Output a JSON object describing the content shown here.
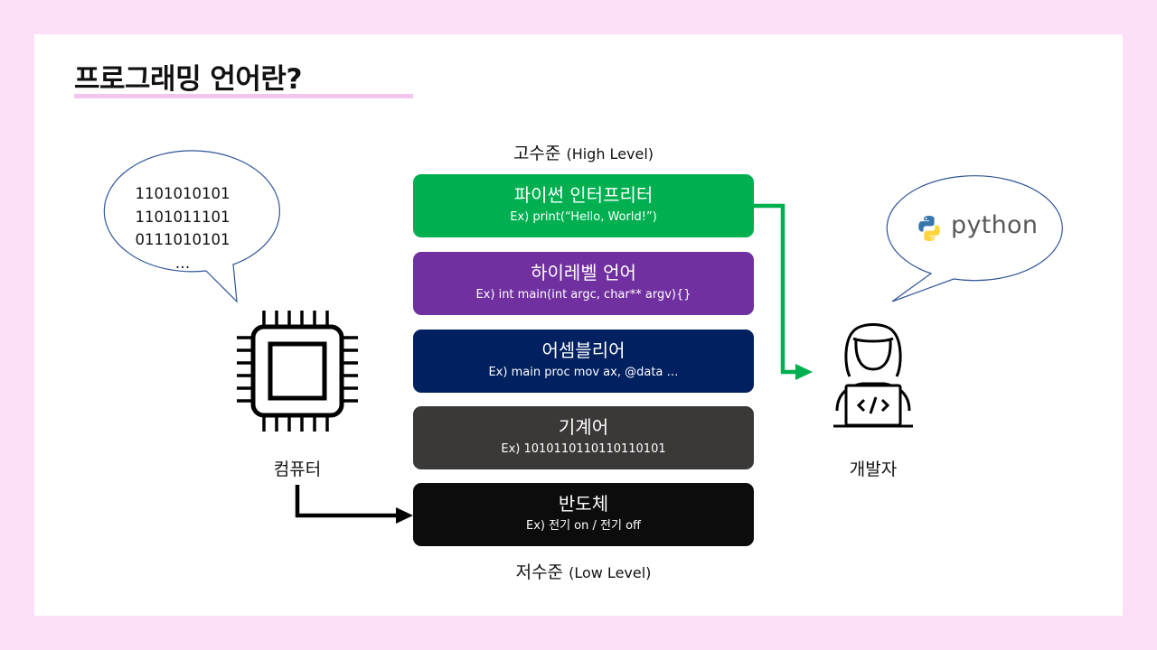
{
  "title": "프로그래밍 언어란?",
  "high_level_label": "고수준",
  "high_level_label_en": "(High Level)",
  "low_level_label": "저수준",
  "low_level_label_en": "(Low Level)",
  "levels": [
    {
      "name": "파이썬 인터프리터",
      "example": "Ex) print(“Hello, World!”)",
      "color": "#00b050"
    },
    {
      "name": "하이레벨 언어",
      "example": "Ex) int main(int argc, char** argv){}",
      "color": "#7030a0"
    },
    {
      "name": "어셈블리어",
      "example": "Ex) main proc mov ax, @data …",
      "color": "#002060"
    },
    {
      "name": "기계어",
      "example": "Ex) 1010110110110110101",
      "color": "#3b3838"
    },
    {
      "name": "반도체",
      "example": "Ex) 전기 on / 전기 off",
      "color": "#0c0c0c"
    }
  ],
  "computer": {
    "label": "컴퓨터",
    "icon": "cpu-chip-icon",
    "bubble_lines": [
      "1101010101",
      "1101011101",
      "0111010101",
      "…"
    ]
  },
  "developer": {
    "label": "개발자",
    "icon": "developer-laptop-icon",
    "bubble_text": "python",
    "bubble_icon": "python-logo-icon"
  },
  "colors": {
    "background": "#fde0f8",
    "title_underline": "#f2c4ee",
    "arrow_green": "#00b050",
    "bubble_border": "#2f5597"
  }
}
